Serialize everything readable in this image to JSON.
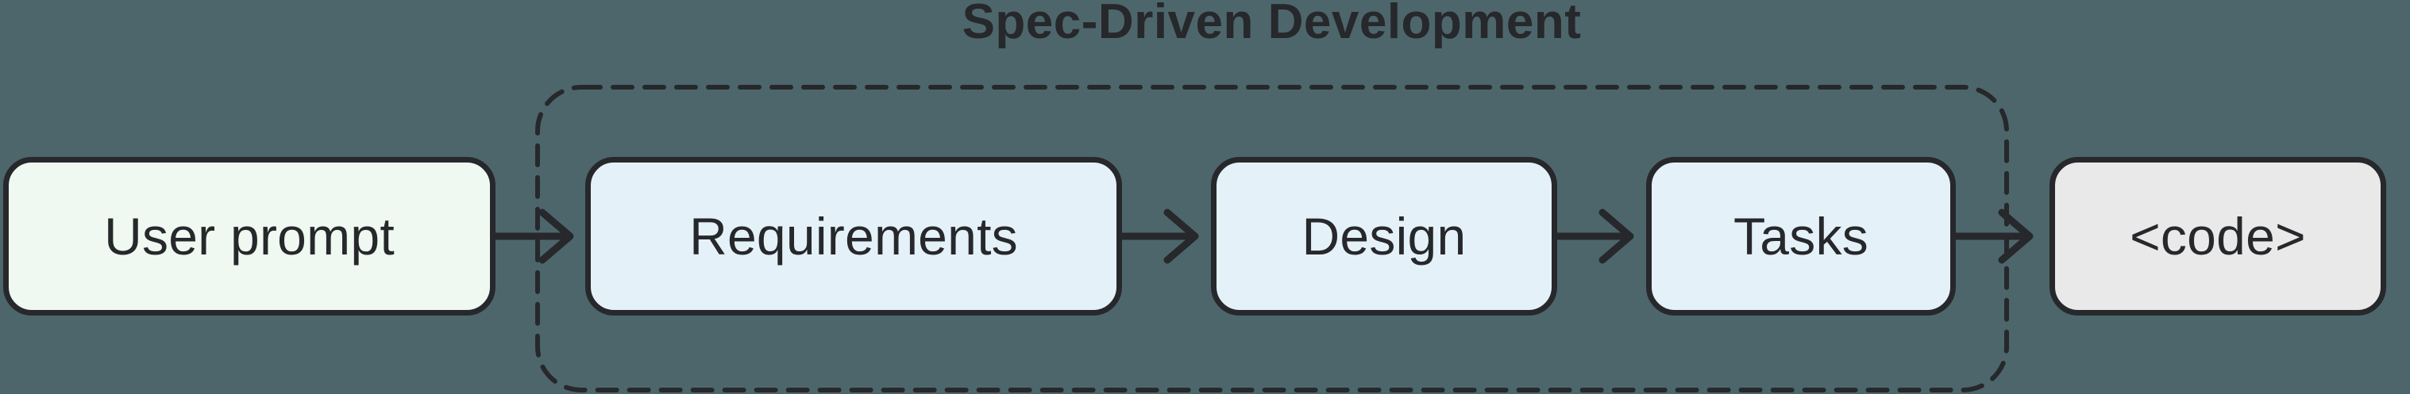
{
  "diagram": {
    "title": "Spec-Driven Development",
    "nodes": [
      {
        "id": "user-prompt",
        "label": "User prompt",
        "fill": "#EFF9F1"
      },
      {
        "id": "requirements",
        "label": "Requirements",
        "fill": "#E5F1F9"
      },
      {
        "id": "design",
        "label": "Design",
        "fill": "#E5F1F9"
      },
      {
        "id": "tasks",
        "label": "Tasks",
        "fill": "#E5F1F9"
      },
      {
        "id": "code",
        "label": "<code>",
        "fill": "#E9E9E9"
      }
    ],
    "edges": [
      {
        "from": "User prompt",
        "to": "Requirements"
      },
      {
        "from": "Requirements",
        "to": "Design"
      },
      {
        "from": "Design",
        "to": "Tasks"
      },
      {
        "from": "Tasks",
        "to": "<code>"
      }
    ],
    "group": {
      "label": "Spec-Driven Development",
      "contains": [
        "Requirements",
        "Design",
        "Tasks"
      ],
      "border_style": "dashed"
    },
    "colors": {
      "background": "#4D666B",
      "ink": "#26282B",
      "user_prompt_fill": "#EFF9F1",
      "spec_stage_fill": "#E5F1F9",
      "code_fill": "#E9E9E9"
    }
  }
}
